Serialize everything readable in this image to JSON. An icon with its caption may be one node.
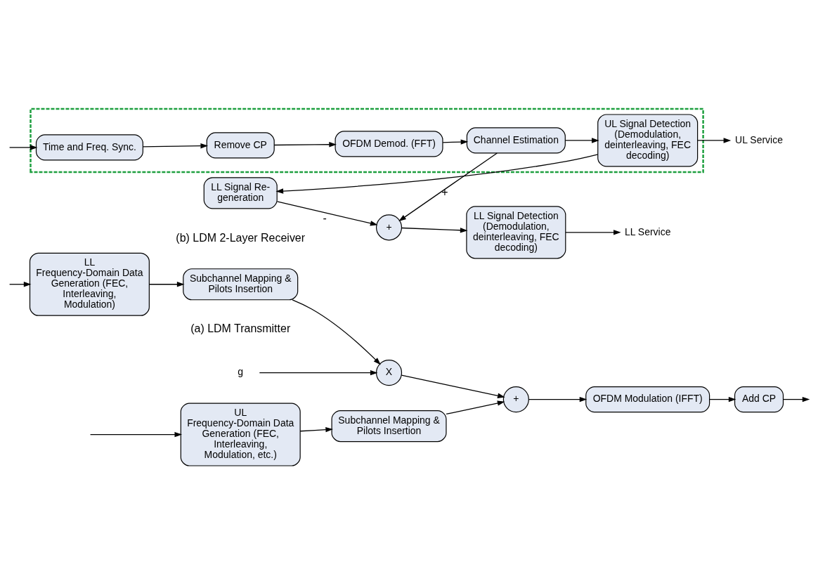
{
  "diagram": {
    "nodes": [
      {
        "text": [
          "UL",
          "Frequency-Domain Data Generation (FEC, Interleaving, Modulation, etc.)"
        ]
      },
      {
        "text": [
          "Subchannel Mapping & Pilots Insertion"
        ]
      },
      {
        "text": [
          "+"
        ]
      },
      {
        "text": [
          "OFDM Modulation (IFFT)"
        ]
      },
      {
        "text": [
          "Add CP"
        ]
      },
      {
        "text": [
          "LL",
          "Frequency-Domain Data Generation (FEC, Interleaving, Modulation)"
        ]
      },
      {
        "text": [
          "Subchannel Mapping & Pilots Insertion"
        ]
      },
      {
        "text": [
          "X"
        ]
      },
      {
        "text": [
          "g"
        ]
      },
      {
        "text": [],
        "shape": "box"
      },
      {
        "text": [
          "Time and Freq. Sync."
        ],
        "in": 9
      },
      {
        "text": [
          "Remove CP"
        ],
        "in": 9
      },
      {
        "text": [
          "OFDM Demod. (FFT)"
        ],
        "in": 9
      },
      {
        "text": [
          "Channel Estimation"
        ],
        "in": 9
      },
      {
        "text": [
          "UL Signal Detection (Demodulation, deinterleaving, FEC decoding)"
        ],
        "in": 9
      },
      {
        "text": [
          "UL Service"
        ]
      },
      {
        "text": [
          "LL Signal Re-generation"
        ]
      },
      {
        "text": [
          "+"
        ]
      },
      {
        "text": [
          "LL Signal Detection (Demodulation, deinterleaving, FEC decoding)"
        ]
      },
      {
        "text": [
          "LL Service"
        ]
      }
    ],
    "edges": [
      {
        "from": null,
        "to": 0,
        "arrow": "to"
      },
      {
        "from": null,
        "to": 5,
        "arrow": "to"
      },
      {
        "from": 0,
        "to": 1,
        "arrow": "to"
      },
      {
        "from": 1,
        "to": 2,
        "arrow": "to"
      },
      {
        "from": 5,
        "to": 6,
        "arrow": "to"
      },
      {
        "from": 6,
        "to": 7,
        "arrow": "to"
      },
      {
        "from": 7,
        "to": 2,
        "arrow": "to"
      },
      {
        "from": 8,
        "to": 7,
        "arrow": "to"
      },
      {
        "from": 2,
        "to": 3,
        "arrow": "to"
      },
      {
        "from": 3,
        "to": 4,
        "arrow": "to"
      },
      {
        "from": 4,
        "to": null,
        "arrow": "to"
      },
      {
        "from": null,
        "to": 10,
        "arrow": "to"
      },
      {
        "from": 10,
        "to": 11,
        "arrow": "to"
      },
      {
        "from": 11,
        "to": 12,
        "arrow": "to"
      },
      {
        "from": 12,
        "to": 13,
        "arrow": "to"
      },
      {
        "from": 13,
        "to": 14,
        "arrow": "to"
      },
      {
        "from": 14,
        "to": 15,
        "arrow": "to"
      },
      {
        "from": 14,
        "to": 16,
        "arrow": "to"
      },
      {
        "from": 13,
        "to": 17,
        "arrow": "to",
        "label": "+"
      },
      {
        "from": 16,
        "to": 17,
        "arrow": "to",
        "label": "-"
      },
      {
        "from": 17,
        "to": 18,
        "arrow": "to"
      },
      {
        "from": 18,
        "to": 19,
        "arrow": "to"
      }
    ],
    "labels": [
      "(a) LDM Transmitter",
      "(b) LDM 2-Layer Receiver"
    ]
  }
}
